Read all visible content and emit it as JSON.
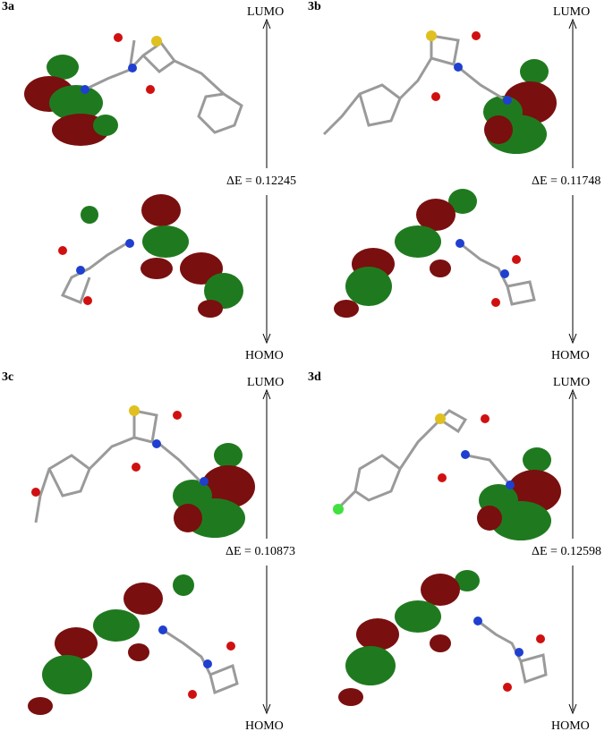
{
  "panels": [
    {
      "label": "3a",
      "lumo": "LUMO",
      "homo": "HOMO",
      "gap": "ΔE = 0.12245",
      "substituent": "none"
    },
    {
      "label": "3b",
      "lumo": "LUMO",
      "homo": "HOMO",
      "gap": "ΔE = 0.11748",
      "substituent": "methyl"
    },
    {
      "label": "3c",
      "lumo": "LUMO",
      "homo": "HOMO",
      "gap": "ΔE = 0.10873",
      "substituent": "methoxy"
    },
    {
      "label": "3d",
      "lumo": "LUMO",
      "homo": "HOMO",
      "gap": "ΔE = 0.12598",
      "substituent": "chloro"
    }
  ],
  "colors": {
    "lobe_positive": "#7a0f0f",
    "lobe_negative": "#1f7a1f",
    "carbon": "#9a9a9a",
    "hydrogen": "#e0e0e0",
    "nitrogen": "#1f3fd0",
    "oxygen": "#d01010",
    "sulfur": "#e0c020",
    "chlorine": "#40e040"
  }
}
